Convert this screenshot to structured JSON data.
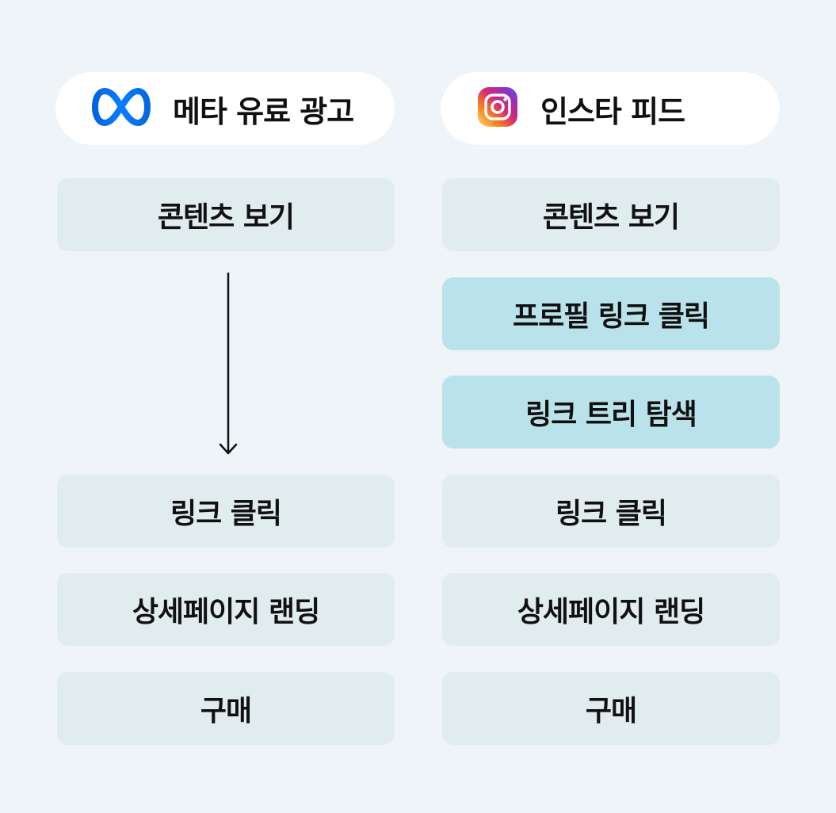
{
  "colors": {
    "background": "#eef4f7",
    "step": "#e1ecee",
    "step_highlight": "#b9e2ea",
    "header": "#ffffff",
    "meta_blue": "#0866ff"
  },
  "left_column": {
    "icon": "meta-logo-icon",
    "title": "메타 유료 광고",
    "steps": [
      {
        "label": "콘텐츠 보기"
      },
      {
        "label": "링크 클릭"
      },
      {
        "label": "상세페이지 랜딩"
      },
      {
        "label": "구매"
      }
    ]
  },
  "right_column": {
    "icon": "instagram-logo-icon",
    "title": "인스타 피드",
    "steps": [
      {
        "label": "콘텐츠 보기"
      },
      {
        "label": "프로필 링크 클릭",
        "highlight": true
      },
      {
        "label": "링크 트리 탐색",
        "highlight": true
      },
      {
        "label": "링크 클릭"
      },
      {
        "label": "상세페이지 랜딩"
      },
      {
        "label": "구매"
      }
    ]
  }
}
